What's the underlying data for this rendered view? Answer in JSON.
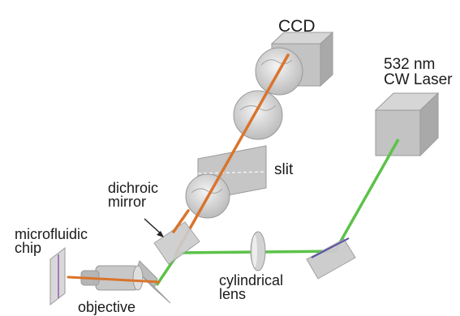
{
  "labels": {
    "ccd": "CCD",
    "laser": "532 nm\nCW Laser",
    "slit": "slit",
    "dichroic_mirror": "dichroic\nmirror",
    "microfluidic_chip": "microfluidic\nchip",
    "cylindrical_lens": "cylindrical\nlens",
    "objective": "objective"
  },
  "colors": {
    "excitation_beam": "#5cc24a",
    "emission_beam": "#d9742c",
    "component_gray": "#c9c9c9",
    "box_gray": "#bdbdbd"
  }
}
